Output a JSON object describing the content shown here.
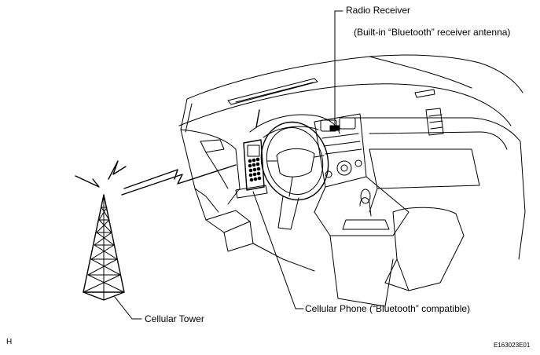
{
  "labels": {
    "radio_receiver": "Radio Receiver",
    "radio_receiver_note": "(Built-in “Bluetooth” receiver antenna)",
    "cellular_phone": "Cellular Phone (“Bluetooth” compatible)",
    "cellular_tower": "Cellular Tower",
    "corner_letter": "H",
    "figure_code": "E163023E01"
  },
  "icons": [
    "cellular-tower-icon",
    "signal-bolt-icon",
    "cellular-phone-icon",
    "dashboard-icon",
    "steering-wheel-icon",
    "radio-receiver-icon"
  ]
}
